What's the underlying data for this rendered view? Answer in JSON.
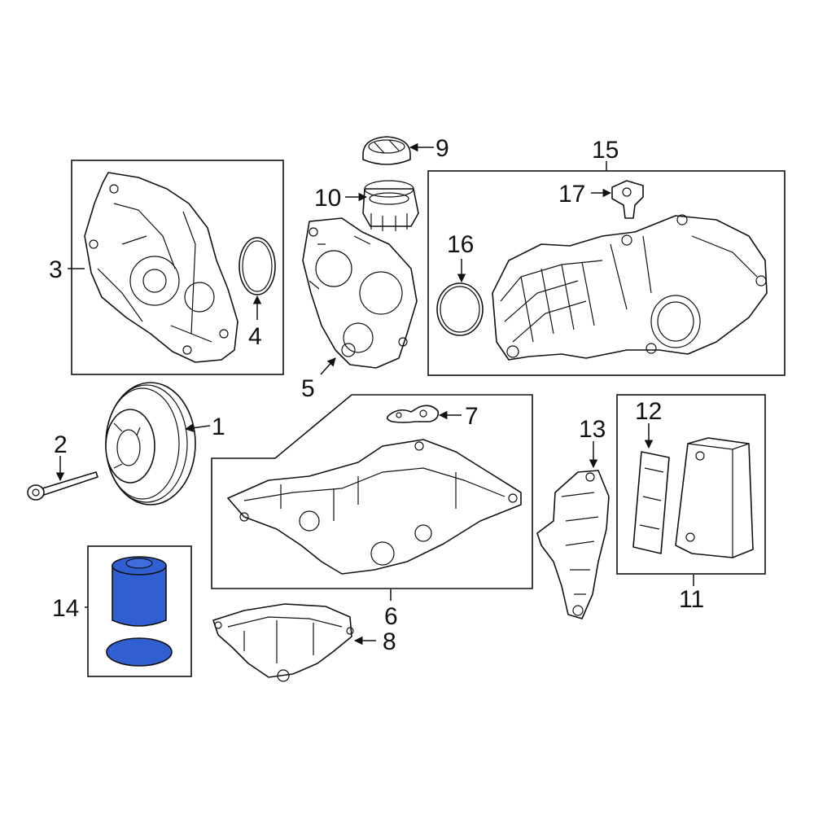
{
  "diagram": {
    "callouts": {
      "n1": "1",
      "n2": "2",
      "n3": "3",
      "n4": "4",
      "n5": "5",
      "n6": "6",
      "n7": "7",
      "n8": "8",
      "n9": "9",
      "n10": "10",
      "n11": "11",
      "n12": "12",
      "n13": "13",
      "n14": "14",
      "n15": "15",
      "n16": "16",
      "n17": "17"
    },
    "highlight_color": "#2f5fd0",
    "line_color": "#111111"
  }
}
